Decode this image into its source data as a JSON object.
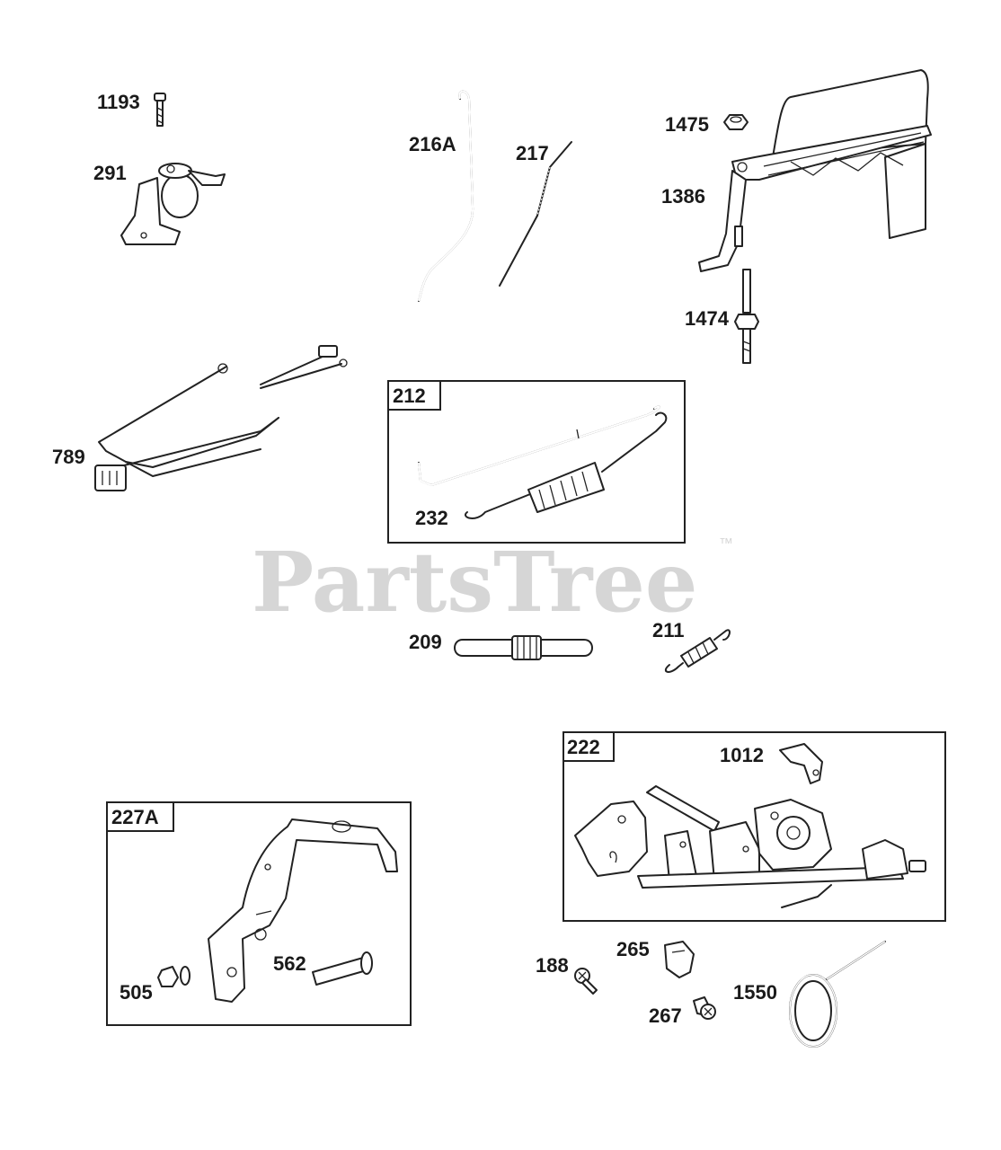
{
  "watermark": {
    "text": "PartsTree",
    "trademark": "™"
  },
  "callouts": {
    "c1193": "1193",
    "c291": "291",
    "c216A": "216A",
    "c217": "217",
    "c1475": "1475",
    "c1386": "1386",
    "c1474": "1474",
    "c789": "789",
    "c232": "232",
    "c209": "209",
    "c211": "211",
    "c1012": "1012",
    "c562": "562",
    "c505": "505",
    "c188": "188",
    "c265": "265",
    "c267": "267",
    "c1550": "1550"
  },
  "groups": {
    "g212": "212",
    "g222": "222",
    "g227A": "227A"
  },
  "colors": {
    "line": "#222222",
    "watermark": "#d6d6d6",
    "background": "#ffffff"
  }
}
